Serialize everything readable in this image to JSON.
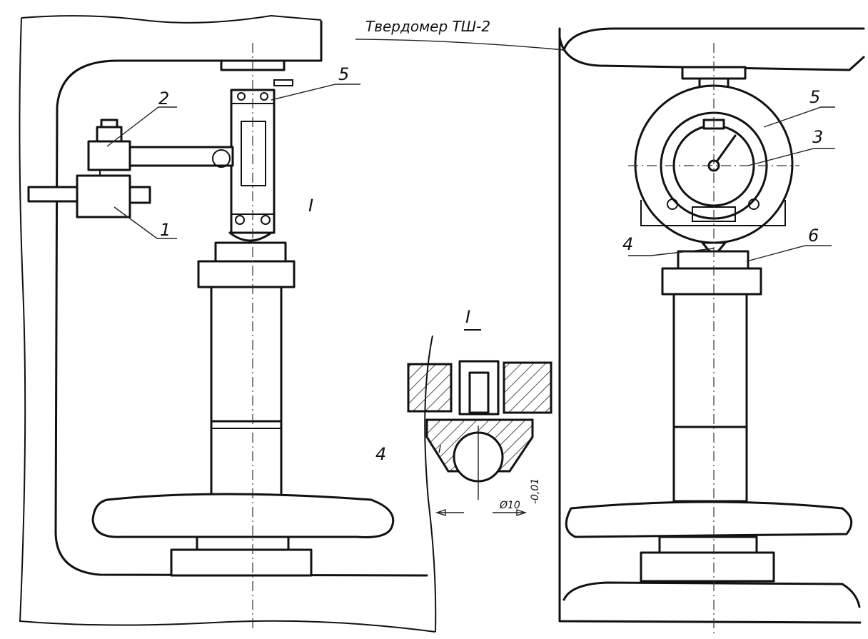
{
  "title": "Твердомер ТШ-2",
  "labels": {
    "l1": "1",
    "l2": "2",
    "l3": "3",
    "l4": "4",
    "l4b": "4",
    "l5": "5",
    "l5b": "5",
    "l6": "6",
    "section_mark": "I",
    "section_title": "I",
    "ball_dim": "Ø10",
    "ball_dim_note": "-0,01",
    "ball_letter": "I"
  }
}
